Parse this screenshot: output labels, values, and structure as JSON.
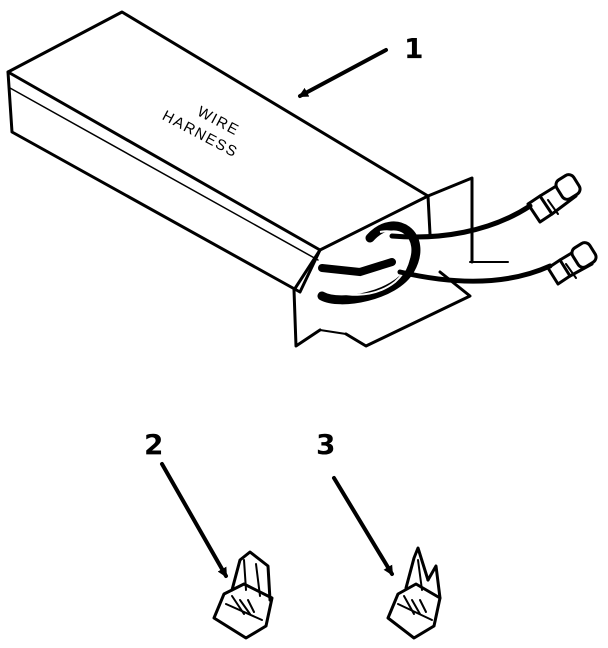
{
  "diagram": {
    "box_label_line1": "WIRE",
    "box_label_line2": "HARNESS",
    "callouts": [
      "1",
      "2",
      "3"
    ],
    "ink_color": "#000000",
    "paper_color": "#ffffff"
  }
}
